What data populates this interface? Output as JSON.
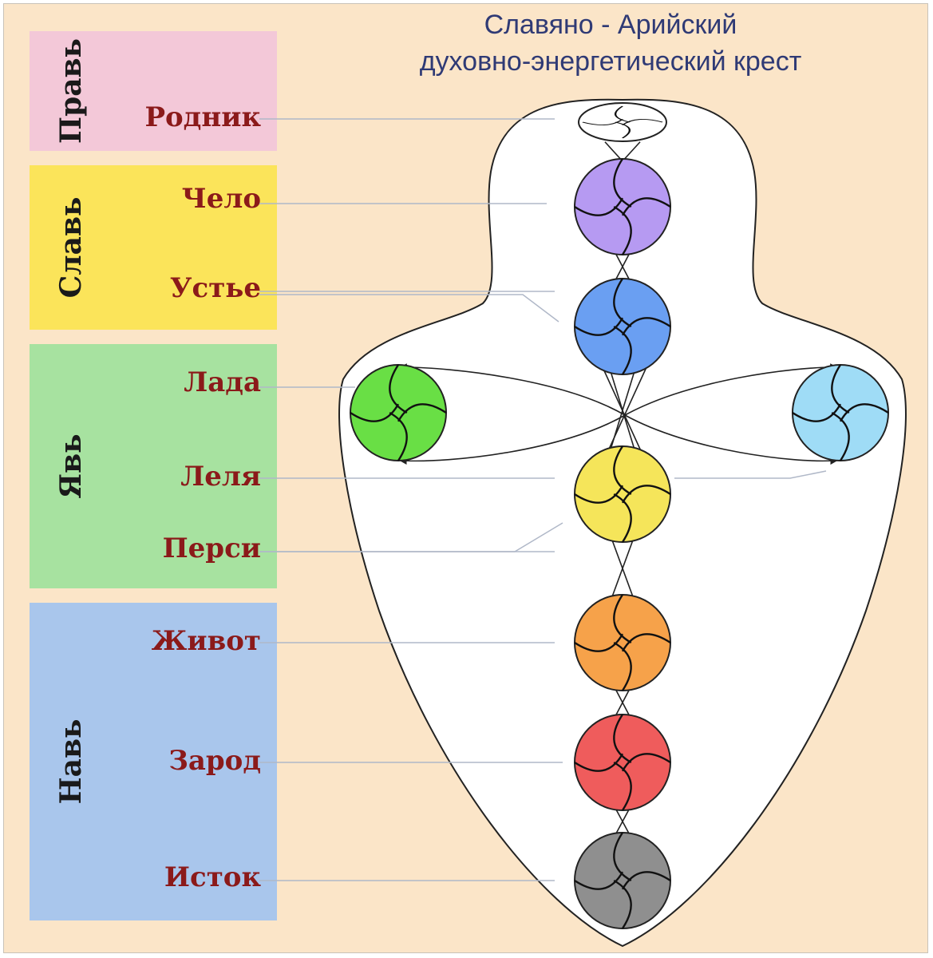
{
  "title": {
    "line1": "Славяно - Арийский",
    "line2": "духовно-энергетический крест"
  },
  "realms": [
    {
      "name": "Правь",
      "color": "#f3c8d8"
    },
    {
      "name": "Славь",
      "color": "#fbe45a"
    },
    {
      "name": "Явь",
      "color": "#a7e2a0"
    },
    {
      "name": "Навь",
      "color": "#a9c6ec"
    }
  ],
  "chakras": [
    {
      "label": "Родник",
      "color": "#ffffff",
      "realm": "Правь"
    },
    {
      "label": "Чело",
      "color": "#b69af2",
      "realm": "Славь"
    },
    {
      "label": "Устье",
      "color": "#6a9ff2",
      "realm": "Славь"
    },
    {
      "label": "Лада",
      "color": "#69df45",
      "realm": "Явь"
    },
    {
      "label": "Леля",
      "color": "#9fdcf6",
      "realm": "Явь"
    },
    {
      "label": "Перси",
      "color": "#f5e55a",
      "realm": "Явь"
    },
    {
      "label": "Живот",
      "color": "#f6a24a",
      "realm": "Навь"
    },
    {
      "label": "Зарод",
      "color": "#ef5c5c",
      "realm": "Навь"
    },
    {
      "label": "Исток",
      "color": "#8f8f8f",
      "realm": "Навь"
    }
  ],
  "colors": {
    "background": "#fbe5c8",
    "body_fill": "#ffffff",
    "outline": "#222222",
    "title_text": "#2f3a75",
    "chakra_label_text": "#8b1a1a",
    "connector_line": "#b0b8c8"
  },
  "icons": [
    "swirl-icon"
  ]
}
